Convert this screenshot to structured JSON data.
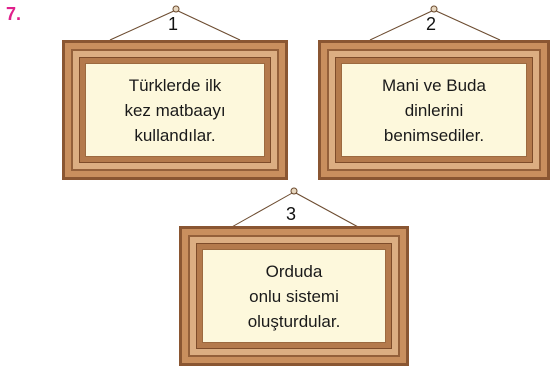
{
  "question_number": "7.",
  "frames": [
    {
      "number": "1",
      "text": "Türklerde ilk\nkez matbaayı\nkullandılar."
    },
    {
      "number": "2",
      "text": "Mani ve Buda\ndinlerini\nbenimsediler."
    },
    {
      "number": "3",
      "text": "Orduda\nonlu sistemi\noluşturdular."
    }
  ],
  "colors": {
    "question_number": "#e0208c",
    "frame_outer": "#c98f5e",
    "frame_inner": "#fdf8dc"
  }
}
